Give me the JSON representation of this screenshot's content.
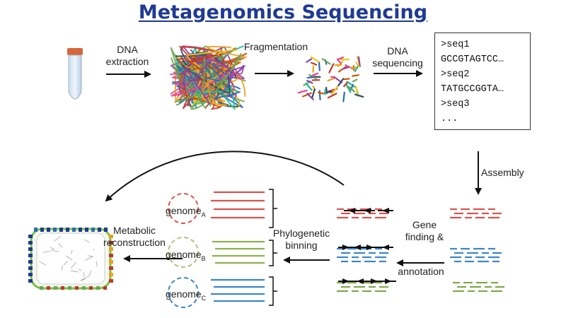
{
  "title": "Metagenomics Sequencing",
  "steps": {
    "dna_extraction": "DNA\nextraction",
    "fragmentation": "Fragmentation",
    "dna_sequencing": "DNA\nsequencing",
    "assembly": "Assembly",
    "gene_finding": "Gene\nfinding &",
    "annotation": "annotation",
    "phylogenetic_binning": "Phylogenetic\nbinning",
    "metabolic_reconstruction": "Metabolic\nreconstruction"
  },
  "sequences": [
    ">seq1",
    "GCCGTAGTCC…",
    ">seq2",
    "TATGCCGGTA…",
    ">seq3",
    "..."
  ],
  "genomes": [
    {
      "base": "genome",
      "sub": "A",
      "color": "#d9534f"
    },
    {
      "base": "genome",
      "sub": "B",
      "color": "#8fb050"
    },
    {
      "base": "genome",
      "sub": "C",
      "color": "#3b86c8"
    }
  ],
  "colors": {
    "title": "#1f3a93",
    "red": "#d9534f",
    "green": "#7fa84a",
    "blue": "#3b86c8"
  }
}
